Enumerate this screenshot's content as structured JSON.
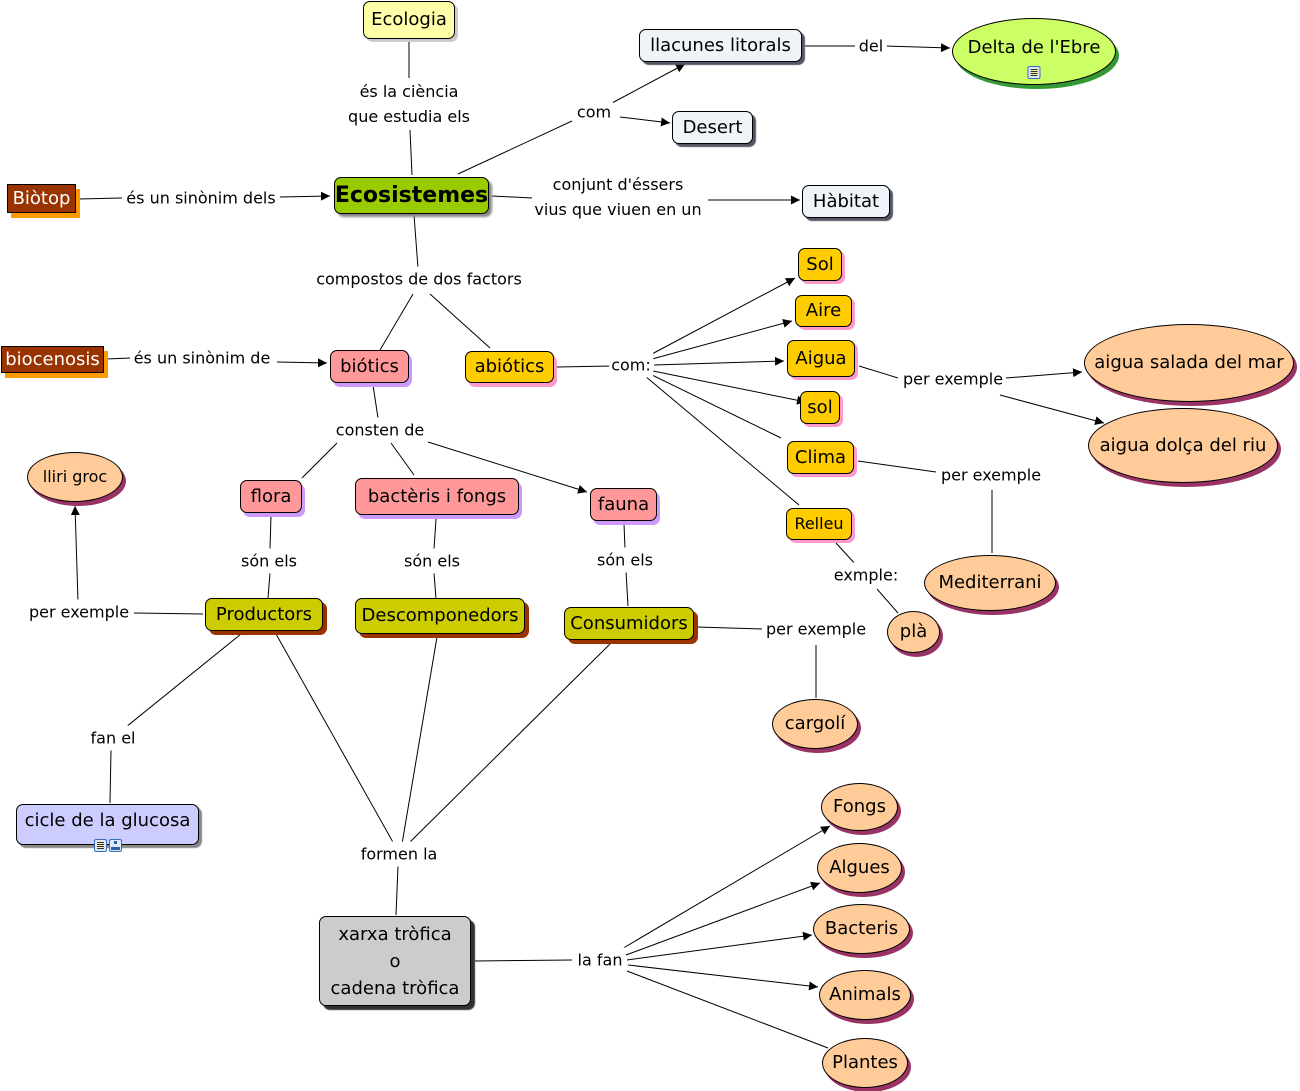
{
  "title": "Ecosistemes",
  "colors": {
    "central": "#99cc00",
    "central_shadow": "#777777",
    "definition_yellow": "#ffffaa",
    "habitat_blue": "#eef4f8",
    "synonym_brown": "#993300",
    "synonym_shadow": "#ff9900",
    "biotic_pink": "#ff9999",
    "biotic_shadow": "#cc99ff",
    "abiotic_gold": "#ffcc00",
    "abiotic_shadow": "#ff99cc",
    "role_olive": "#cccc00",
    "role_shadow": "#993300",
    "example_peach": "#ffcc99",
    "example_shadow": "#993366",
    "delta_green": "#ccff66",
    "delta_shadow": "#339933",
    "cycle_lavender": "#ccccff",
    "network_grey": "#cccccc",
    "network_shadow": "#333333"
  },
  "nodes": {
    "ecologia": "Ecologia",
    "ecosistemes": "Ecosistemes",
    "biotop": "Biòtop",
    "llacunes": "llacunes litorals",
    "desert": "Desert",
    "delta": "Delta de l'Ebre",
    "habitat": "Hàbitat",
    "biocenosis": "biocenosis",
    "biotics": "biótics",
    "abiotics": "abiótics",
    "sol1": "Sol",
    "aire": "Aire",
    "aigua": "Aigua",
    "sol2": "sol",
    "clima": "Clima",
    "relleu": "Relleu",
    "aigua_salada": "aigua salada del mar",
    "aigua_dolca": "aigua dolça del riu",
    "mediterrani": "Mediterrani",
    "pla": "plà",
    "lliri": "lliri groc",
    "flora": "flora",
    "bacteris_fongs": "bactèris i fongs",
    "fauna": "fauna",
    "productors": "Productors",
    "descomponedors": "Descomponedors",
    "consumidors": "Consumidors",
    "cargoli": "cargolí",
    "cicle": "cicle de la glucosa",
    "xarxa": [
      "xarxa tròfica",
      "o",
      "cadena tròfica"
    ],
    "fongs": "Fongs",
    "algues": "Algues",
    "bacteris": "Bacteris",
    "animals": "Animals",
    "plantes": "Plantes"
  },
  "links": {
    "es_la_ciencia": [
      "és la ciència",
      "que estudia els"
    ],
    "sinonim_dels": "és un sinònim dels",
    "com_top": "com",
    "del": "del",
    "conjunt": [
      "conjunt d'éssers",
      "vius que viuen en un"
    ],
    "compostos": "compostos de dos factors",
    "sinonim_de": "és un sinònim de",
    "com_abiotic": "com:",
    "per_exemple_aigua": "per exemple",
    "per_exemple_clima": "per exemple",
    "exmple": "exmple:",
    "consten_de": "consten de",
    "son_els_1": "són els",
    "son_els_2": "són els",
    "son_els_3": "són els",
    "per_exemple_prod": "per exemple",
    "per_exemple_cons": "per exemple",
    "fan_el": "fan el",
    "formen_la": "formen la",
    "la_fan": "la fan"
  },
  "icons": {
    "delta": [
      "resource-icon"
    ],
    "cicle": [
      "resource-icon",
      "concept-map-icon"
    ]
  }
}
